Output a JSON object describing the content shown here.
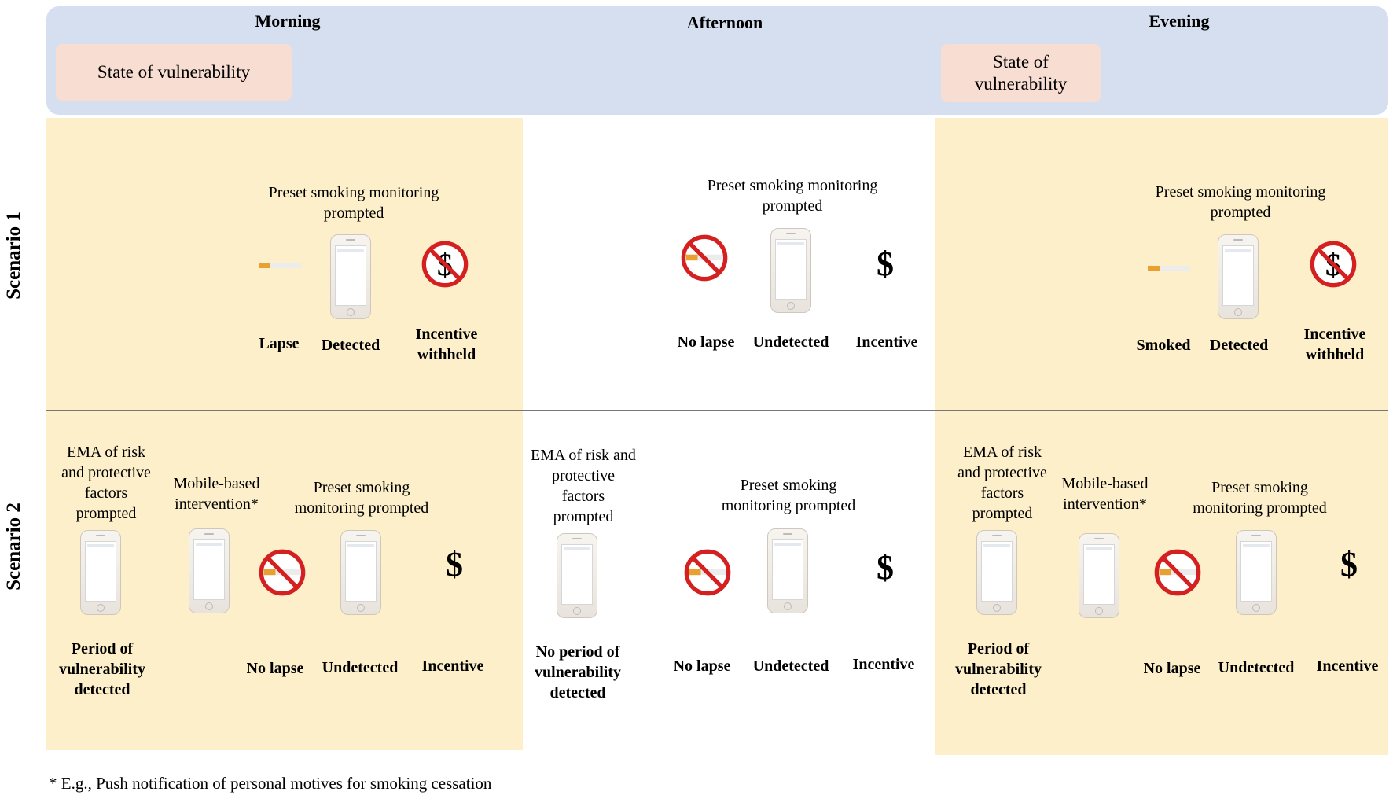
{
  "timeline": {
    "morning": "Morning",
    "afternoon": "Afternoon",
    "evening": "Evening",
    "vulnerability_state": "State of vulnerability"
  },
  "scenario1": {
    "label": "Scenario 1",
    "morning": {
      "prompt": "Preset smoking monitoring prompted",
      "smoking_status": "Lapse",
      "detection": "Detected",
      "reward": "Incentive withheld"
    },
    "afternoon": {
      "prompt": "Preset smoking monitoring prompted",
      "smoking_status": "No lapse",
      "detection": "Undetected",
      "reward": "Incentive"
    },
    "evening": {
      "prompt": "Preset smoking monitoring prompted",
      "smoking_status": "Smoked",
      "detection": "Detected",
      "reward": "Incentive withheld"
    }
  },
  "scenario2": {
    "label": "Scenario 2",
    "morning": {
      "ema": "EMA of risk and protective factors prompted",
      "intervention": "Mobile-based intervention*",
      "prompt": "Preset smoking monitoring prompted",
      "vulnerability": "Period of vulnerability detected",
      "smoking_status": "No lapse",
      "detection": "Undetected",
      "reward": "Incentive"
    },
    "afternoon": {
      "ema": "EMA of risk and protective factors prompted",
      "prompt": "Preset smoking monitoring prompted",
      "vulnerability": "No period of vulnerability detected",
      "smoking_status": "No lapse",
      "detection": "Undetected",
      "reward": "Incentive"
    },
    "evening": {
      "ema": "EMA of risk and protective factors prompted",
      "intervention": "Mobile-based intervention*",
      "prompt": "Preset smoking monitoring prompted",
      "vulnerability": "Period of vulnerability detected",
      "smoking_status": "No lapse",
      "detection": "Undetected",
      "reward": "Incentive"
    }
  },
  "icons": {
    "dollar": "$",
    "phone": "smartphone-icon",
    "cigarette": "cigarette-icon",
    "no_smoking": "no-smoking-icon",
    "no_incentive": "no-dollar-icon"
  },
  "footnote": "* E.g., Push notification of personal motives for smoking cessation",
  "colors": {
    "header": "#d6dff0",
    "vulnerability_box": "#f8ddd2",
    "vulnerable_period": "#fcefc9",
    "prohibition_red": "#d42020",
    "cigarette_filter": "#e8a030"
  }
}
